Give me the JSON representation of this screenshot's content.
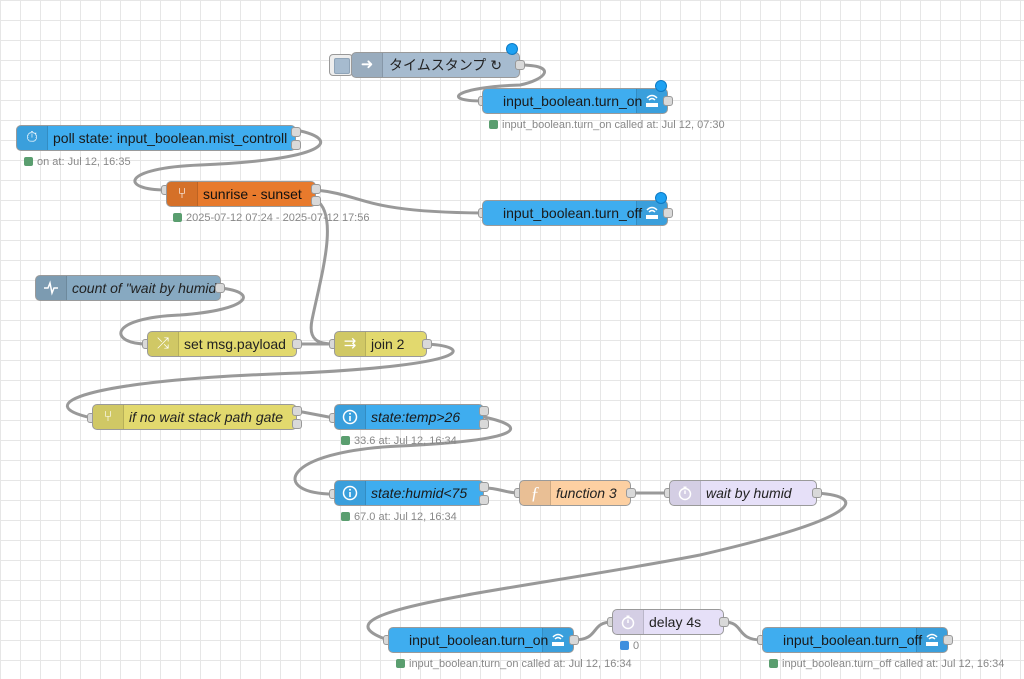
{
  "nodes": {
    "inject_timestamp": {
      "label": "タイムスタンプ ↻"
    },
    "turn_on_top": {
      "label": "input_boolean.turn_on",
      "status": "input_boolean.turn_on called at: Jul 12, 07:30"
    },
    "poll_state": {
      "label": "poll state: input_boolean.mist_controll",
      "status": "on at: Jul 12, 16:35"
    },
    "sunrise_sunset": {
      "label": "sunrise - sunset",
      "status": "2025-07-12 07:24 - 2025-07-12 17:56"
    },
    "turn_off_top": {
      "label": "input_boolean.turn_off"
    },
    "count_wait": {
      "label": "count of \"wait by humid\""
    },
    "set_payload": {
      "label": "set msg.payload"
    },
    "join2": {
      "label": "join 2"
    },
    "gate": {
      "label": "if no wait stack path gate"
    },
    "state_temp": {
      "label": "state:temp>26",
      "status": "33.6 at: Jul 12, 16:34"
    },
    "state_humid": {
      "label": "state:humid<75",
      "status": "67.0 at: Jul 12, 16:34"
    },
    "function3": {
      "label": "function 3"
    },
    "wait_humid": {
      "label": "wait by humid"
    },
    "delay4s": {
      "label": "delay 4s",
      "status": "0"
    },
    "turn_on_bottom": {
      "label": "input_boolean.turn_on",
      "status": "input_boolean.turn_on called at: Jul 12, 16:34"
    },
    "turn_off_bottom": {
      "label": "input_boolean.turn_off",
      "status": "input_boolean.turn_off called at: Jul 12, 16:34"
    }
  },
  "icons": {
    "inject": "arrow-right-icon",
    "service": "router-icon",
    "poll": "timer-icon",
    "switch": "branch-icon",
    "change": "shuffle-icon",
    "join": "join-icon",
    "status": "pulse-icon",
    "state": "info-icon",
    "function": "function-icon",
    "wait": "stopwatch-icon"
  },
  "colors": {
    "ha_blue": "#3fadef",
    "switch_orange": "#e87a2c",
    "change_yellow": "#e2d96e",
    "inject_slate": "#a6bbcf",
    "status_steel": "#87a9c1",
    "function_peach": "#fdd0a2",
    "delay_lavender": "#e6e0f8",
    "status_green": "#5a9e6f",
    "status_blue": "#3d8ede",
    "changed_badge": "#1da1f2"
  }
}
